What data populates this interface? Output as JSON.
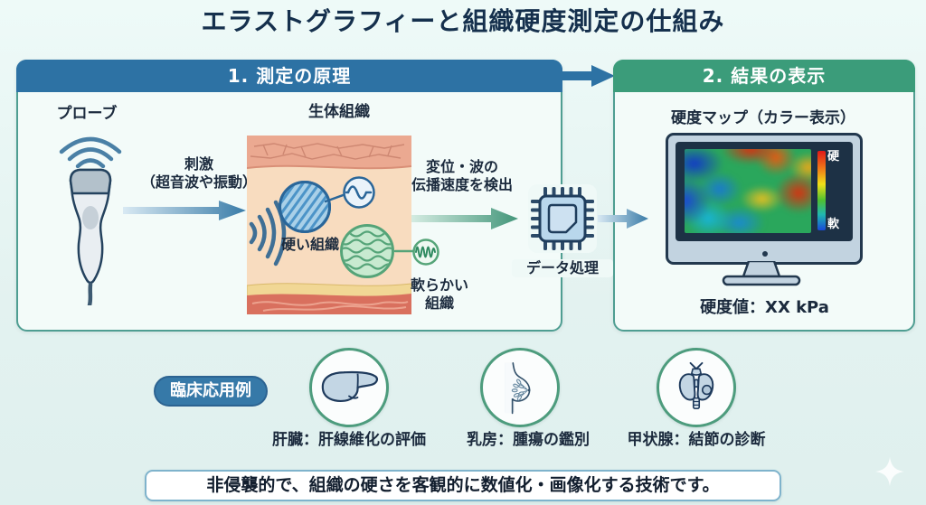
{
  "page": {
    "title": "エラストグラフィーと組織硬度測定の仕組み",
    "footer": "非侵襲的で、組織の硬さを客観的に数値化・画像化する技術です。"
  },
  "principle": {
    "header": "1. 測定の原理",
    "probe": "プローブ",
    "stimulus_title": "刺激",
    "stimulus_sub": "（超音波や振動）",
    "tissue": "生体組織",
    "hard_tissue": "硬い組織",
    "soft_tissue_line1": "軟らかい",
    "soft_tissue_line2": "組織",
    "detect_line1": "変位・波の",
    "detect_line2": "伝播速度を検出",
    "processing": "データ処理"
  },
  "result": {
    "header": "2. 結果の表示",
    "map_title": "硬度マップ（カラー表示）",
    "scale_hard": "硬",
    "scale_soft": "軟",
    "value": "硬度値：XX kPa"
  },
  "applications": {
    "badge": "臨床応用例",
    "items": [
      {
        "icon": "liver-icon",
        "label": "肝臓：肝線維化の評価"
      },
      {
        "icon": "breast-icon",
        "label": "乳房：腫瘍の鑑別"
      },
      {
        "icon": "thyroid-icon",
        "label": "甲状腺：結節の診断"
      }
    ]
  },
  "colors": {
    "accent_blue": "#2d72a4",
    "accent_green": "#3b9c7a",
    "panel_border": "#4f9e92",
    "text_dark": "#1b2a3d",
    "hard_tissue_fill": "#a9d0e8",
    "soft_tissue_fill": "#c6e9cd",
    "heat_hard": "#e01818",
    "heat_soft": "#1848d8"
  }
}
